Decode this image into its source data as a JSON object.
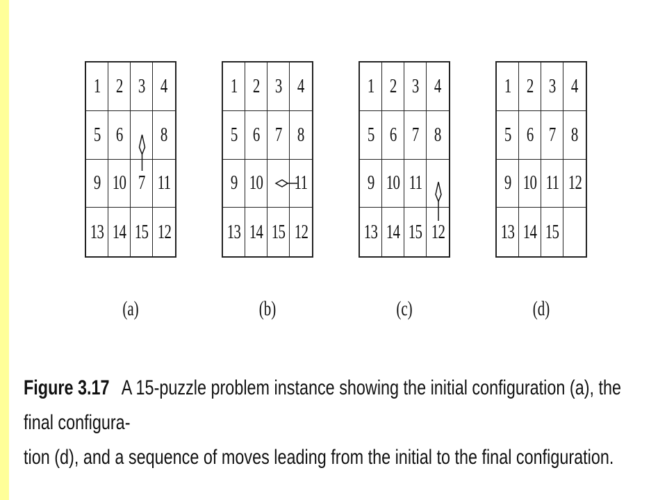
{
  "puzzles": [
    {
      "label": "(a)",
      "cells": [
        "1",
        "2",
        "3",
        "4",
        "5",
        "6",
        "",
        "8",
        "9",
        "10",
        "7",
        "11",
        "13",
        "14",
        "15",
        "12"
      ]
    },
    {
      "label": "(b)",
      "cells": [
        "1",
        "2",
        "3",
        "4",
        "5",
        "6",
        "7",
        "8",
        "9",
        "10",
        "",
        "11",
        "13",
        "14",
        "15",
        "12"
      ]
    },
    {
      "label": "(c)",
      "cells": [
        "1",
        "2",
        "3",
        "4",
        "5",
        "6",
        "7",
        "8",
        "9",
        "10",
        "11",
        "",
        "13",
        "14",
        "15",
        "12"
      ]
    },
    {
      "label": "(d)",
      "cells": [
        "1",
        "2",
        "3",
        "4",
        "5",
        "6",
        "7",
        "8",
        "9",
        "10",
        "11",
        "12",
        "13",
        "14",
        "15",
        ""
      ]
    }
  ],
  "caption": {
    "figure_label": "Figure 3.17",
    "line1": "A 15-puzzle problem instance showing the initial configuration (a), the final configura-",
    "line2": "tion (d), and a sequence of moves leading from the initial to the final configuration."
  },
  "colors": {
    "left_bar": "#ffff99",
    "grid_lines": "#222222"
  }
}
